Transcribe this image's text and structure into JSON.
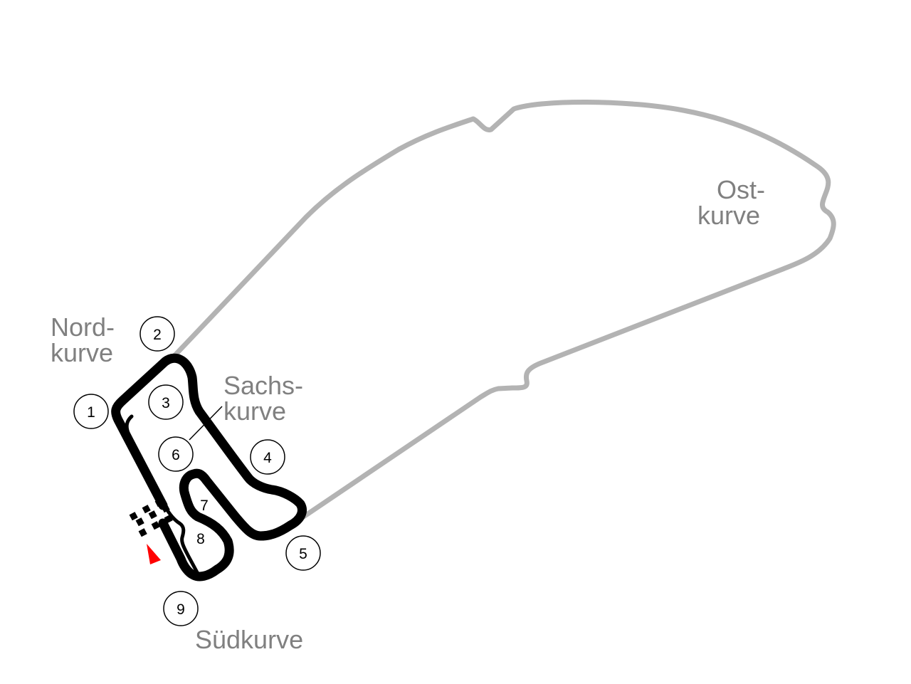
{
  "colors": {
    "old_layout": "#b3b3b3",
    "current_layout": "#000000",
    "label_text": "#808080",
    "direction_marker": "#ff0000"
  },
  "corners": {
    "nord": {
      "line1": "Nord-",
      "line2": "kurve"
    },
    "ost": {
      "line1": "Ost-",
      "line2": "kurve"
    },
    "sachs": {
      "line1": "Sachs-",
      "line2": "kurve"
    },
    "sued": {
      "line1": "Südkurve"
    }
  },
  "turns": [
    "1",
    "2",
    "3",
    "4",
    "5",
    "6",
    "7",
    "8",
    "9"
  ]
}
